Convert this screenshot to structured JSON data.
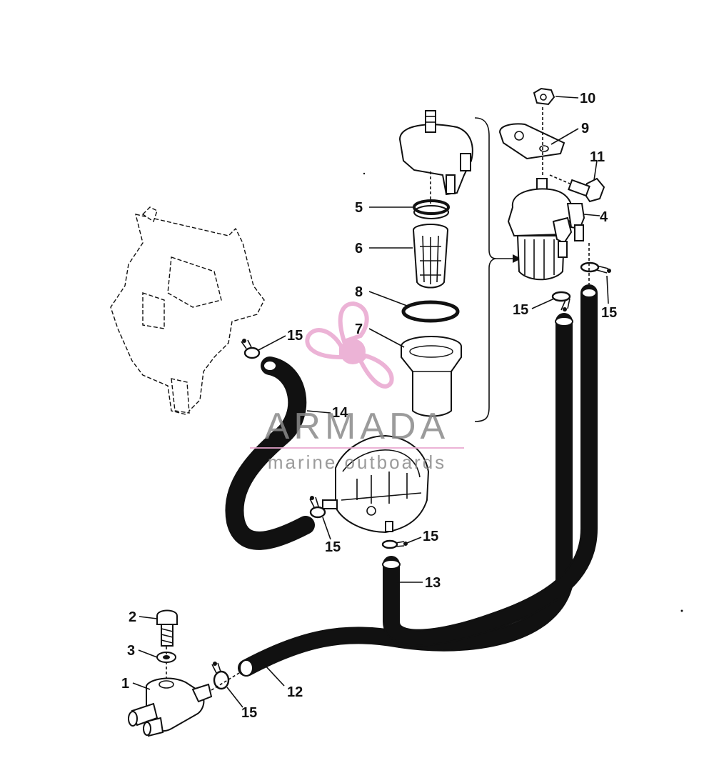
{
  "watermark": {
    "brand": "ARMADA",
    "tagline": "marine outboards",
    "logo_color": "#e9a6cf",
    "text_color": "#8a8a8a"
  },
  "callouts": {
    "c1": "1",
    "c2": "2",
    "c3": "3",
    "c4": "4",
    "c5": "5",
    "c6": "6",
    "c7": "7",
    "c8": "8",
    "c9": "9",
    "c10": "10",
    "c11": "11",
    "c12": "12",
    "c13": "13",
    "c14": "14",
    "c15a": "15",
    "c15b": "15",
    "c15c": "15",
    "c15d": "15",
    "c15e": "15",
    "c15f": "15"
  }
}
